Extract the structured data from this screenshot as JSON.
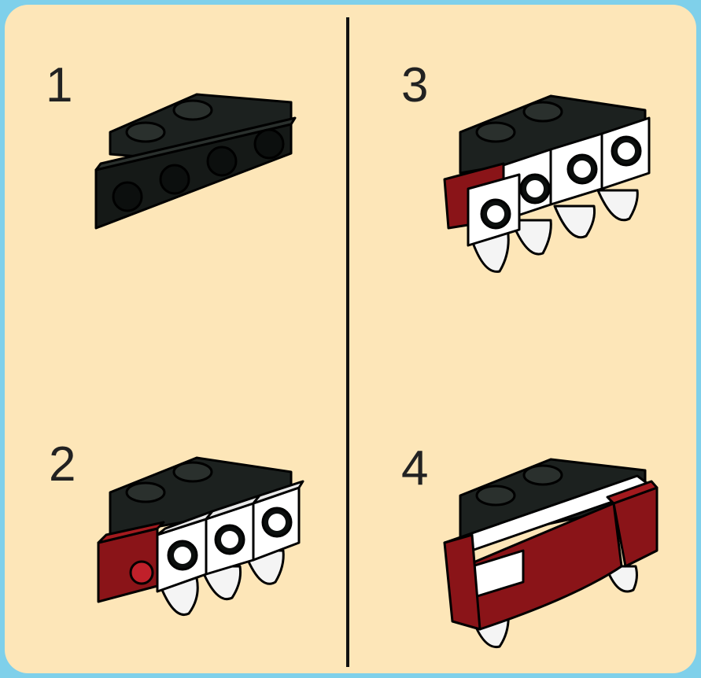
{
  "steps": [
    {
      "number": "1"
    },
    {
      "number": "2"
    },
    {
      "number": "3"
    },
    {
      "number": "4"
    }
  ],
  "colors": {
    "border": "#7fd0ea",
    "panel": "#fde6b8",
    "black_brick": "#161a18",
    "white_brick": "#ffffff",
    "red_brick": "#8a1418"
  }
}
